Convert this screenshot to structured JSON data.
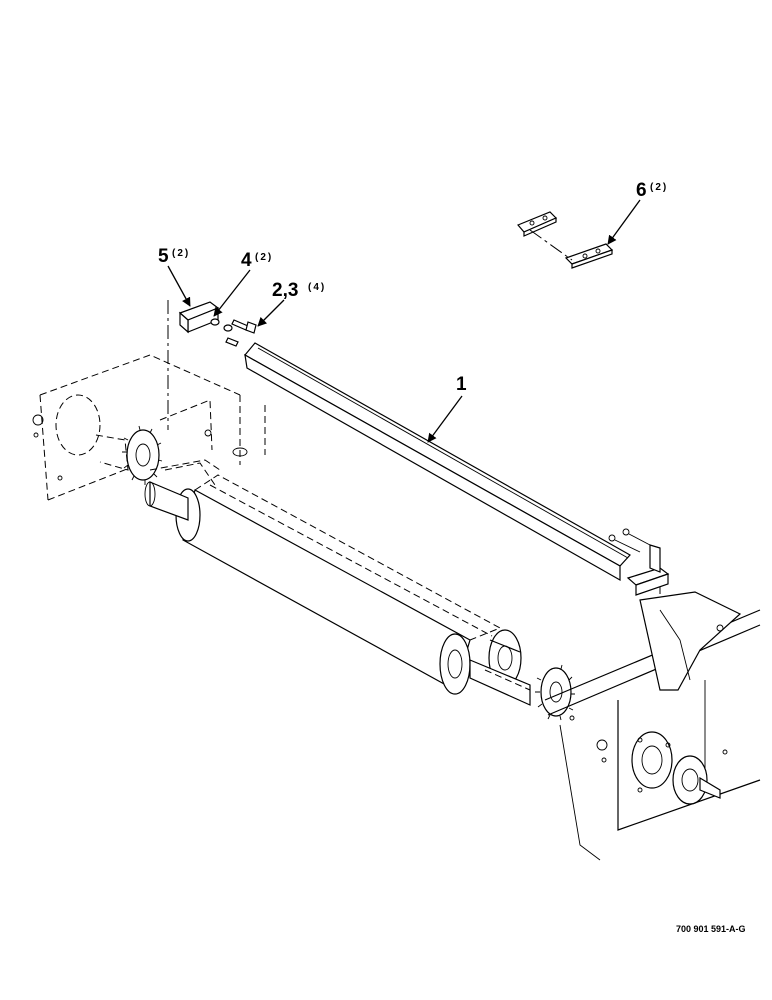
{
  "callouts": [
    {
      "id": "1",
      "label": "1",
      "qty": ""
    },
    {
      "id": "2_3",
      "label": "2,3",
      "qty": "(4)"
    },
    {
      "id": "4",
      "label": "4",
      "qty": "(2)"
    },
    {
      "id": "5",
      "label": "5",
      "qty": "(2)"
    },
    {
      "id": "6",
      "label": "6",
      "qty": "(2)"
    }
  ],
  "document_number": "700 901 591-A-G"
}
